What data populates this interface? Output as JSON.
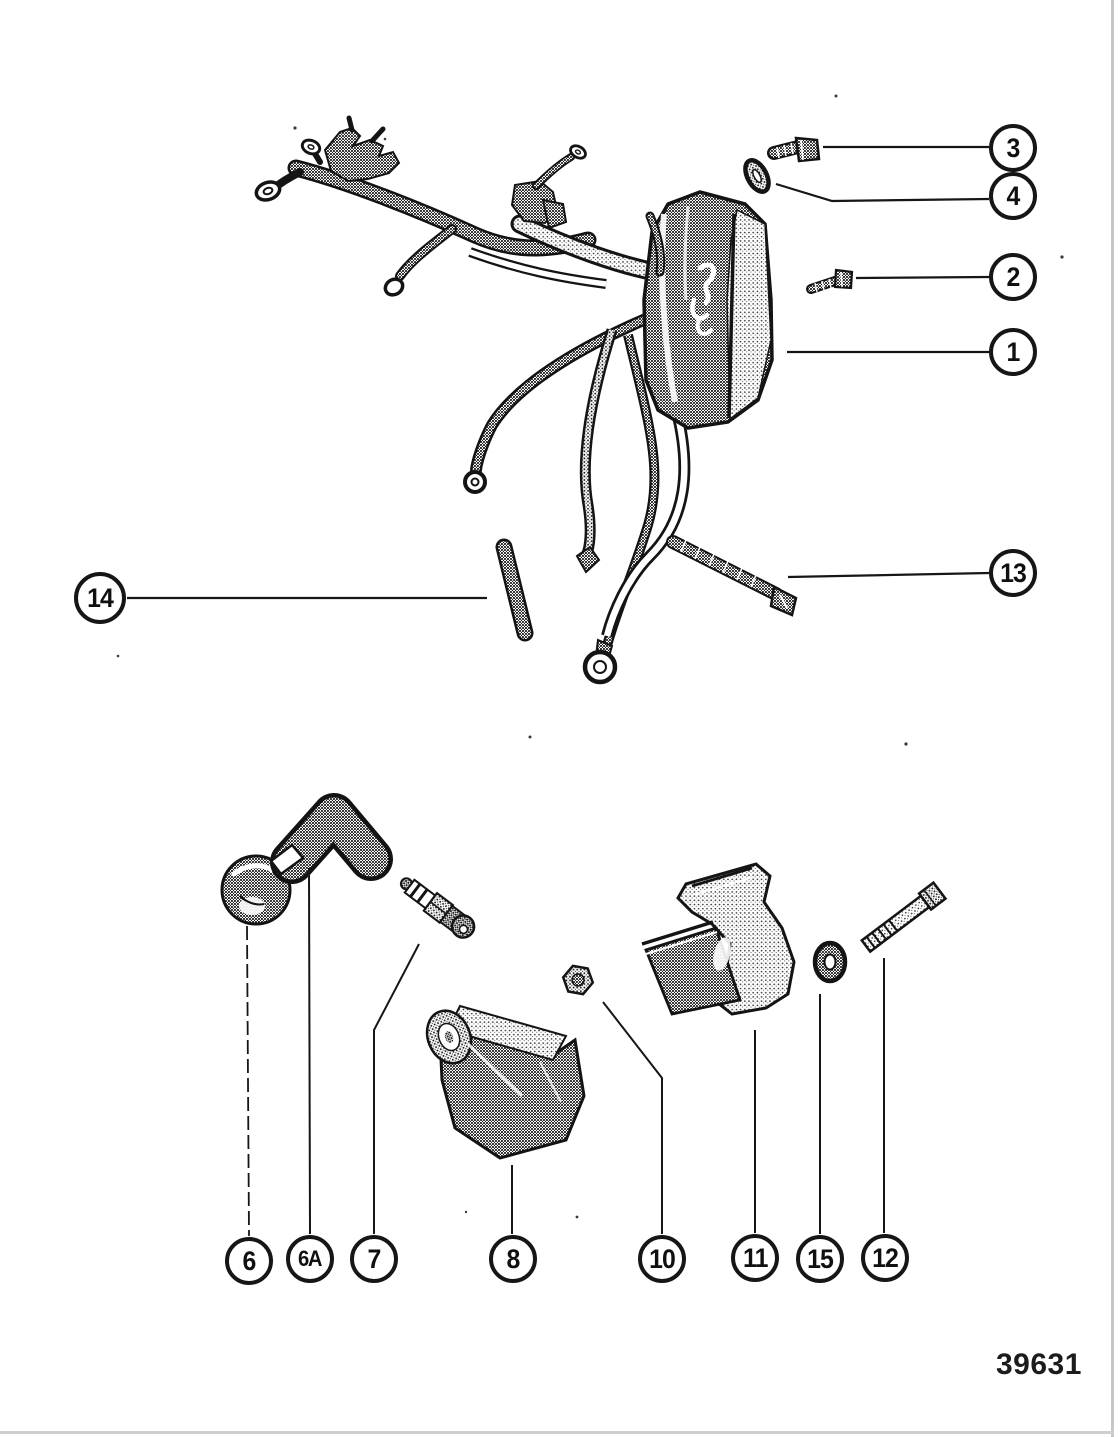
{
  "page": {
    "background": "#ffffff",
    "figure_code": "39631",
    "line_color": "#161616"
  },
  "callouts": {
    "c1": {
      "label": "1"
    },
    "c2": {
      "label": "2"
    },
    "c3": {
      "label": "3"
    },
    "c4": {
      "label": "4"
    },
    "c6": {
      "label": "6"
    },
    "c6a": {
      "label": "6A"
    },
    "c7": {
      "label": "7"
    },
    "c8": {
      "label": "8"
    },
    "c10": {
      "label": "10"
    },
    "c11": {
      "label": "11"
    },
    "c12": {
      "label": "12"
    },
    "c13": {
      "label": "13"
    },
    "c14": {
      "label": "14"
    },
    "c15": {
      "label": "15"
    }
  }
}
